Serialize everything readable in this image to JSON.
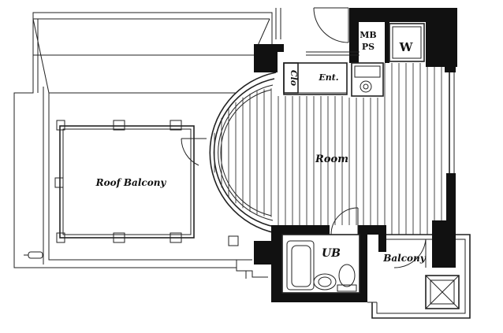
{
  "labels": {
    "roof_balcony": "Roof Balcony",
    "room": "Room",
    "entrance": "Ent.",
    "closet": "Clo",
    "mb_ps_line1": "MB",
    "mb_ps_line2": "PS",
    "washer": "W",
    "unit_bath": "UB",
    "balcony": "Balcony"
  },
  "colors": {
    "wall": "#111111",
    "line": "#222222",
    "background": "#ffffff"
  }
}
